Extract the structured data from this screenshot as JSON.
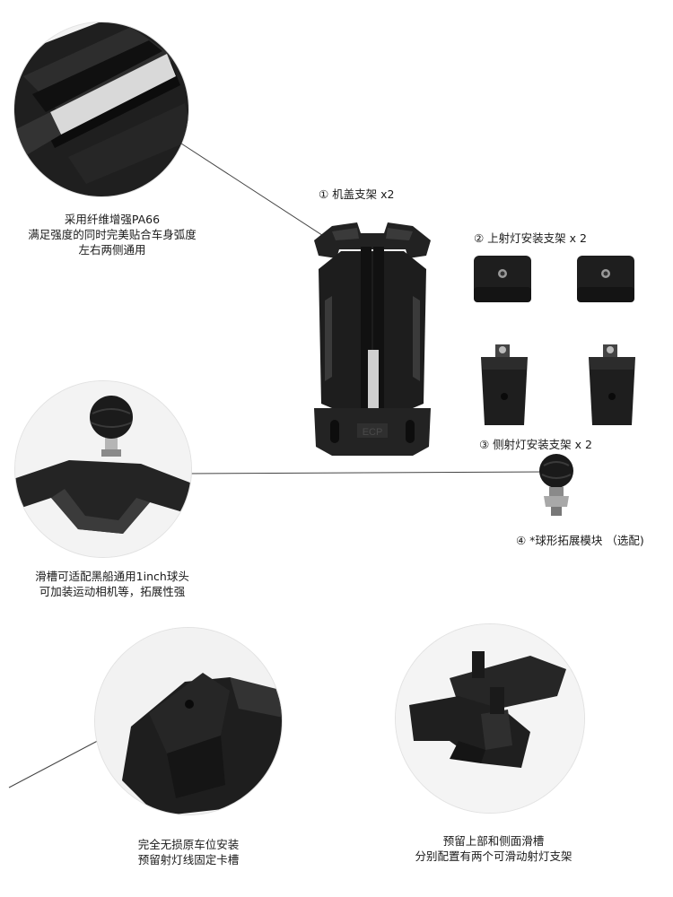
{
  "labels": {
    "item1": "① 机盖支架 x2",
    "item2": "② 上射灯安装支架 x 2",
    "item3": "③ 侧射灯安装支架 x 2",
    "item4": "④ *球形拓展模块 （选配)"
  },
  "feature1": {
    "line1": "采用纤维增强PA66",
    "line2": "满足强度的同时完美贴合车身弧度",
    "line3": "左右两侧通用"
  },
  "feature2": {
    "line1": "滑槽可适配黑船通用1inch球头",
    "line2": "可加装运动相机等，拓展性强"
  },
  "feature3": {
    "line1": "完全无损原车位安装",
    "line2": "预留射灯线固定卡槽"
  },
  "feature4": {
    "line1": "预留上部和侧面滑槽",
    "line2": "分别配置有两个可滑动射灯支架"
  },
  "main_bracket": {
    "logo": "ECP"
  },
  "colors": {
    "product_black": "#1b1b1b",
    "product_dark": "#2b2b2b",
    "leader_line": "#333333",
    "background": "#ffffff"
  }
}
